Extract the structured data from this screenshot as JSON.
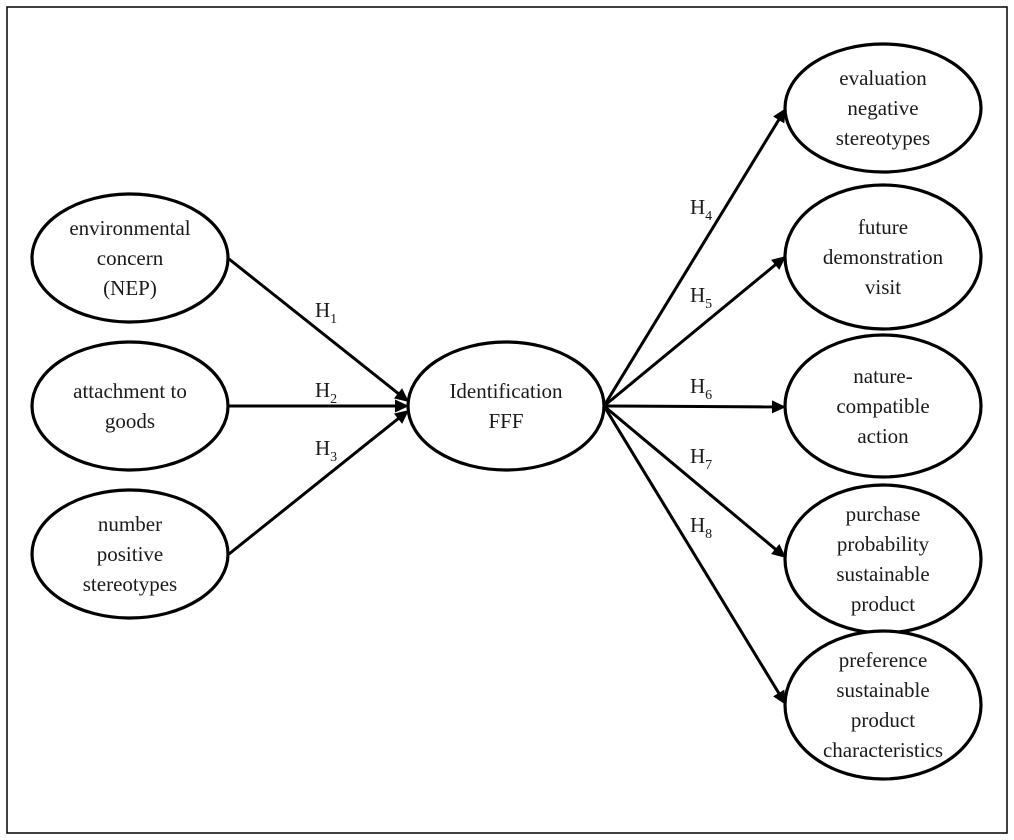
{
  "nodes": [
    {
      "id": "nep",
      "lines": [
        "environmental",
        "concern",
        "(NEP)"
      ]
    },
    {
      "id": "attach",
      "lines": [
        "attachment to",
        "goods"
      ]
    },
    {
      "id": "posstereo",
      "lines": [
        "number",
        "positive",
        "stereotypes"
      ]
    },
    {
      "id": "ident",
      "lines": [
        "Identification",
        "FFF"
      ]
    },
    {
      "id": "negstereo",
      "lines": [
        "evaluation",
        "negative",
        "stereotypes"
      ]
    },
    {
      "id": "demo",
      "lines": [
        "future",
        "demonstration",
        "visit"
      ]
    },
    {
      "id": "nature",
      "lines": [
        "nature-",
        "compatible",
        "action"
      ]
    },
    {
      "id": "purchase",
      "lines": [
        "purchase",
        "probability",
        "sustainable",
        "product"
      ]
    },
    {
      "id": "prefer",
      "lines": [
        "preference",
        "sustainable",
        "product",
        "characteristics"
      ]
    }
  ],
  "edges": [
    {
      "from": "nep",
      "to": "ident",
      "label": "H",
      "sub": "1"
    },
    {
      "from": "attach",
      "to": "ident",
      "label": "H",
      "sub": "2"
    },
    {
      "from": "posstereo",
      "to": "ident",
      "label": "H",
      "sub": "3"
    },
    {
      "from": "ident",
      "to": "negstereo",
      "label": "H",
      "sub": "4"
    },
    {
      "from": "ident",
      "to": "demo",
      "label": "H",
      "sub": "5"
    },
    {
      "from": "ident",
      "to": "nature",
      "label": "H",
      "sub": "6"
    },
    {
      "from": "ident",
      "to": "purchase",
      "label": "H",
      "sub": "7"
    },
    {
      "from": "ident",
      "to": "prefer",
      "label": "H",
      "sub": "8"
    }
  ]
}
